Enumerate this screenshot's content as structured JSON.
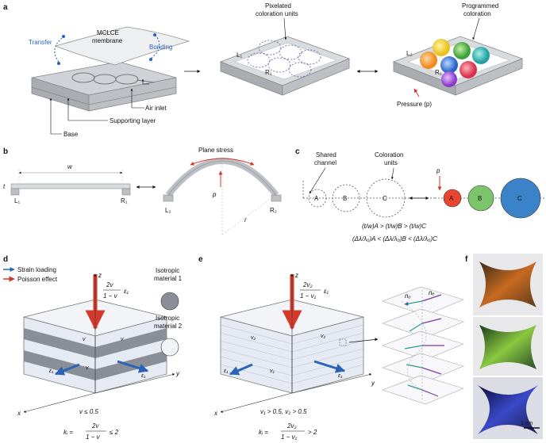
{
  "panels": {
    "a": {
      "label": "a",
      "transfer": "Transfer",
      "bonding": "Bonding",
      "mclce1": "MCLCE",
      "mclce2": "membrane",
      "air_inlet": "Air inlet",
      "supporting_layer": "Supporting layer",
      "base": "Base",
      "pixelated1": "Pixelated",
      "pixelated2": "coloration units",
      "programmed1": "Programmed",
      "programmed2": "coloration",
      "L1": "L₁",
      "R1": "R₁",
      "L2": "L₂",
      "R2": "R₂",
      "pressure": "Pressure (p)"
    },
    "b": {
      "label": "b",
      "w": "w",
      "t": "t",
      "L1": "L₁",
      "R1": "R₁",
      "plane_stress": "Plane stress",
      "p": "p",
      "r": "r",
      "L2": "L₂",
      "R2": "R₂"
    },
    "c": {
      "label": "c",
      "shared1": "Shared",
      "shared2": "channel",
      "coloration1": "Coloration",
      "coloration2": "units",
      "A": "A",
      "B": "B",
      "C": "C",
      "p": "p",
      "eq1": "(t/w)A > (t/w)B > (t/w)C",
      "eq2": "(Δλ/λ₀)A < (Δλ/λ₀)B < (Δλ/λ₀)C"
    },
    "d": {
      "label": "d",
      "strain_loading": "Strain loading",
      "poisson_effect": "Poisson effect",
      "iso1a": "Isotropic",
      "iso1b": "material 1",
      "iso2a": "Isotropic",
      "iso2b": "material 2",
      "z": "z",
      "x": "x",
      "y": "y",
      "v": "v",
      "eps": "ε₁",
      "frac_num": "2v",
      "frac_den": "1 − v",
      "cond": "v ≤ 0.5",
      "k_lhs": "kᵢ =",
      "k_num": "2v",
      "k_den": "1 − v",
      "k_rhs": "≤ 2"
    },
    "e": {
      "label": "e",
      "z": "z",
      "x": "x",
      "y": "y",
      "v1": "v₁",
      "v2": "v₂",
      "eps": "ε₁",
      "frac_num": "2v₂",
      "frac_den": "1 − v₁",
      "no": "nₒ",
      "ne": "nₑ",
      "cond": "v₁ > 0.5, v₂ > 0.5",
      "k_lhs": "kᵢ =",
      "k_num": "2v₂",
      "k_den": "1 − v₁",
      "k_rhs": "> 2"
    },
    "f": {
      "label": "f",
      "scale": "1 cm"
    }
  },
  "colors": {
    "strain": "#2a63b8",
    "poisson": "#d33a2c",
    "unit_A": "#e8452e",
    "unit_B": "#7cc46a",
    "unit_C": "#3a83c9"
  }
}
